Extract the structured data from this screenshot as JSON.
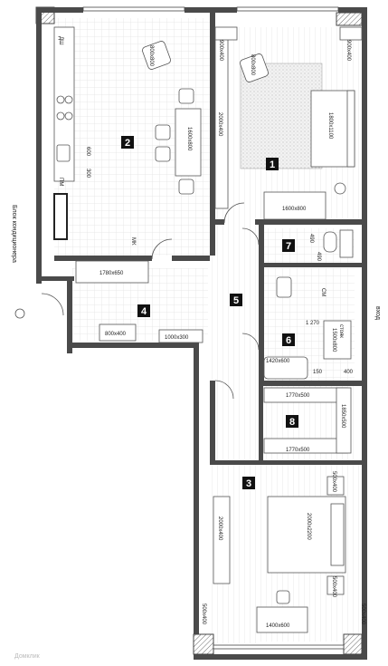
{
  "rooms": [
    {
      "id": "room-1",
      "number": "1"
    },
    {
      "id": "room-2",
      "number": "2"
    },
    {
      "id": "room-3",
      "number": "3"
    },
    {
      "id": "room-4",
      "number": "4"
    },
    {
      "id": "room-5",
      "number": "5"
    },
    {
      "id": "room-6",
      "number": "6"
    },
    {
      "id": "room-7",
      "number": "7"
    },
    {
      "id": "room-8",
      "number": "8"
    }
  ],
  "labels": {
    "kitchen_table": "1600x800",
    "chair_kitchen": "800x800",
    "dim_600": "600",
    "dim_300": "300",
    "pm": "ПМ",
    "dsh": "ДШ",
    "mk": "МК",
    "wardrobe_corridor": "1780x650",
    "hall_bench": "800x400",
    "hall_wardrobe": "1000x300",
    "wardrobe_living_left": "2000x400",
    "tv_top_left": "900x400",
    "tv_top_right": "900x400",
    "chair_living": "800x800",
    "sofa": "1800x1100",
    "living_desk": "1600x800",
    "wc_490a": "490",
    "wc_490b": "490",
    "sm": "СМ",
    "stoyak": "стояк",
    "bath_1270": "1 270",
    "bath_1500": "1500x800",
    "bath_1420": "1420x600",
    "bath_150": "150",
    "bath_400": "400",
    "closet_top": "1770x500",
    "closet_bottom": "1770x500",
    "closet_side": "1850x500",
    "bed_wardrobe": "2000x400",
    "bed_nightstand_top": "500x400",
    "bed": "2000x2200",
    "bed_nightstand_bottom": "500x400",
    "bed_desk": "1400x600",
    "bed_bl": "500x400",
    "bed_br": "500x400"
  },
  "side_labels": {
    "ac_unit": "Блок кондиционера",
    "entrance": "вход"
  },
  "watermark": "Домклик"
}
